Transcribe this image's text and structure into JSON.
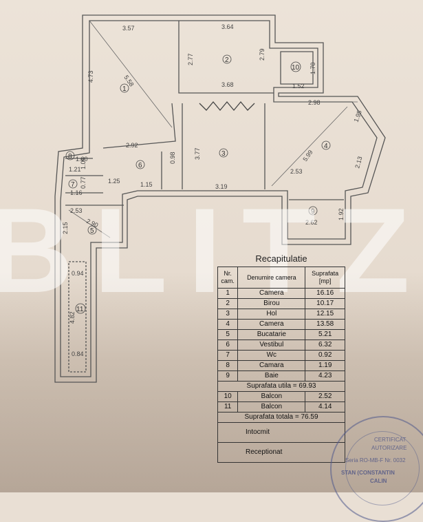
{
  "watermark": "BLITZ",
  "rooms": [
    {
      "num": "1"
    },
    {
      "num": "2"
    },
    {
      "num": "3"
    },
    {
      "num": "4"
    },
    {
      "num": "5"
    },
    {
      "num": "6"
    },
    {
      "num": "7"
    },
    {
      "num": "8"
    },
    {
      "num": "9"
    },
    {
      "num": "10"
    },
    {
      "num": "11"
    }
  ],
  "dimensions": [
    "3.57",
    "5.58",
    "4.73",
    "3.64",
    "2.77",
    "2.79",
    "3.68",
    "1.70",
    "1.52",
    "2.98",
    "1.95",
    "5.99",
    "2.13",
    "2.53",
    "3.77",
    "3.19",
    "2.92",
    "0.98",
    "1.25",
    "1.15",
    "1.60",
    "1.05",
    "1.21",
    "0.77",
    "1.16",
    "2.53",
    "2.90",
    "2.15",
    "2.62",
    "1.92",
    "0.94",
    "4.82",
    "0.84"
  ],
  "recap": {
    "title": "Recapitulatie",
    "headers": {
      "nr": "Nr. cam.",
      "name": "Denumire camera",
      "area": "Suprafata [mp]"
    },
    "rows": [
      {
        "nr": "1",
        "name": "Camera",
        "area": "16.16"
      },
      {
        "nr": "2",
        "name": "Birou",
        "area": "10.17"
      },
      {
        "nr": "3",
        "name": "Hol",
        "area": "12.15"
      },
      {
        "nr": "4",
        "name": "Camera",
        "area": "13.58"
      },
      {
        "nr": "5",
        "name": "Bucatarie",
        "area": "5.21"
      },
      {
        "nr": "6",
        "name": "Vestibul",
        "area": "6.32"
      },
      {
        "nr": "7",
        "name": "Wc",
        "area": "0.92"
      },
      {
        "nr": "8",
        "name": "Camara",
        "area": "1.19"
      },
      {
        "nr": "9",
        "name": "Baie",
        "area": "4.23"
      }
    ],
    "useful_area": "Suprafata utila = 69.93",
    "balcony_rows": [
      {
        "nr": "10",
        "name": "Balcon",
        "area": "2.52"
      },
      {
        "nr": "11",
        "name": "Balcon",
        "area": "4.14"
      }
    ],
    "total_area": "Suprafata totala = 76.59",
    "drawn_by": "Intocmit",
    "received_by": "Receptionat"
  },
  "stamp": {
    "line1": "CERTIFICAT",
    "line2": "AUTORIZARE",
    "line3": "Seria RO-MB-F Nr. 0032",
    "line4": "STAN (CONSTANTIN",
    "line5": "CALIN"
  }
}
